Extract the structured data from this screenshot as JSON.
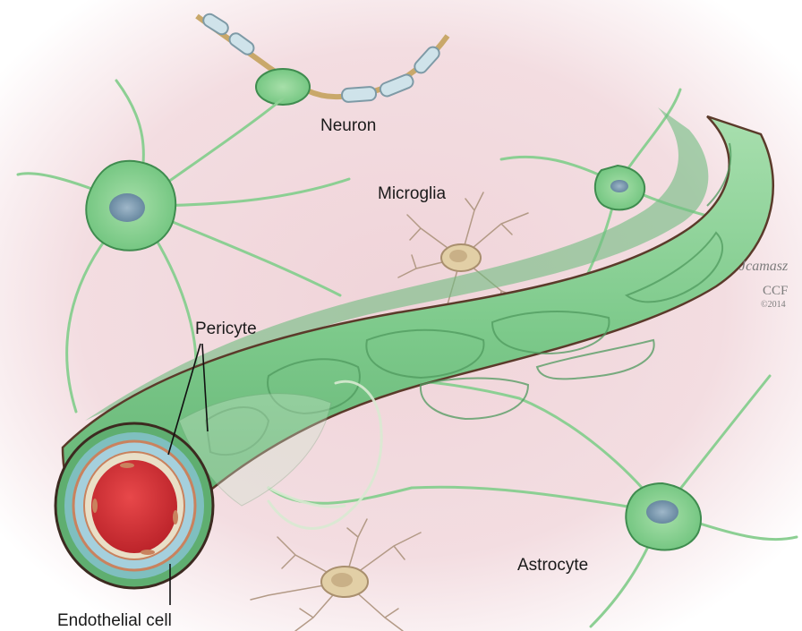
{
  "labels": {
    "neuron": "Neuron",
    "microglia": "Microglia",
    "pericyte": "Pericyte",
    "astrocyte": "Astrocyte",
    "endothelial_cell": "Endothelial cell"
  },
  "signature": {
    "artist": "Jcamasz",
    "org": "CCF",
    "year": "©2014"
  },
  "colors": {
    "vessel_green": "#8fd19a",
    "lumen_red": "#d8353a",
    "tissue_pink": "#f0d8dc",
    "microglia_tan": "#cdb38a"
  }
}
